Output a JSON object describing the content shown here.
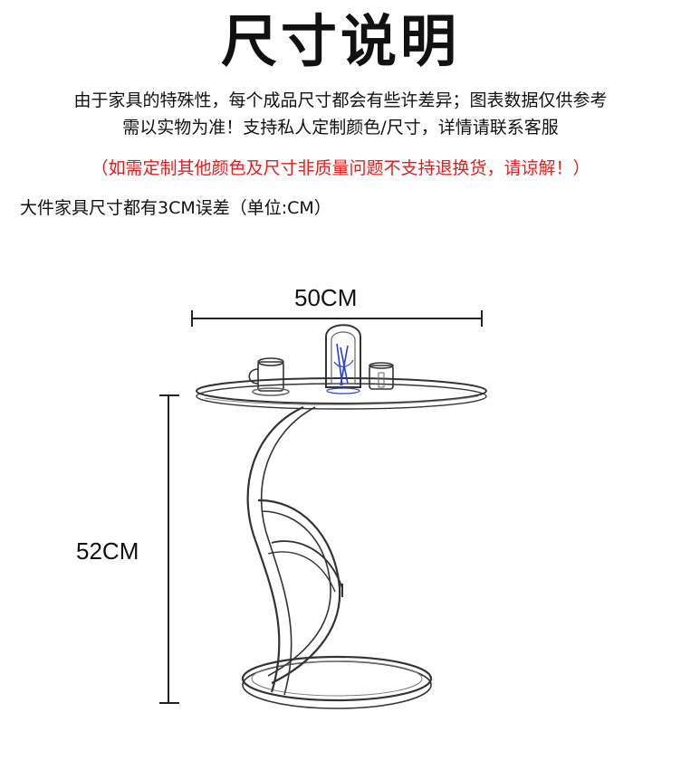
{
  "title": "尺寸说明",
  "description": {
    "line1": "由于家具的特殊性，每个成品尺寸都会有些许差异；图表数据仅供参考",
    "line2": "需以实物为准！支持私人定制颜色/尺寸，详情请联系客服"
  },
  "warning": "（如需定制其他颜色及尺寸非质量问题不支持退换货，请谅解！）",
  "tolerance_note": "大件家具尺寸都有3CM误差（单位:CM）",
  "dimensions": {
    "width_label": "50CM",
    "height_label": "52CM"
  },
  "colors": {
    "text": "#111111",
    "warning": "#e01f1f",
    "line": "#222222",
    "accent_blue": "#2a3fd6"
  }
}
